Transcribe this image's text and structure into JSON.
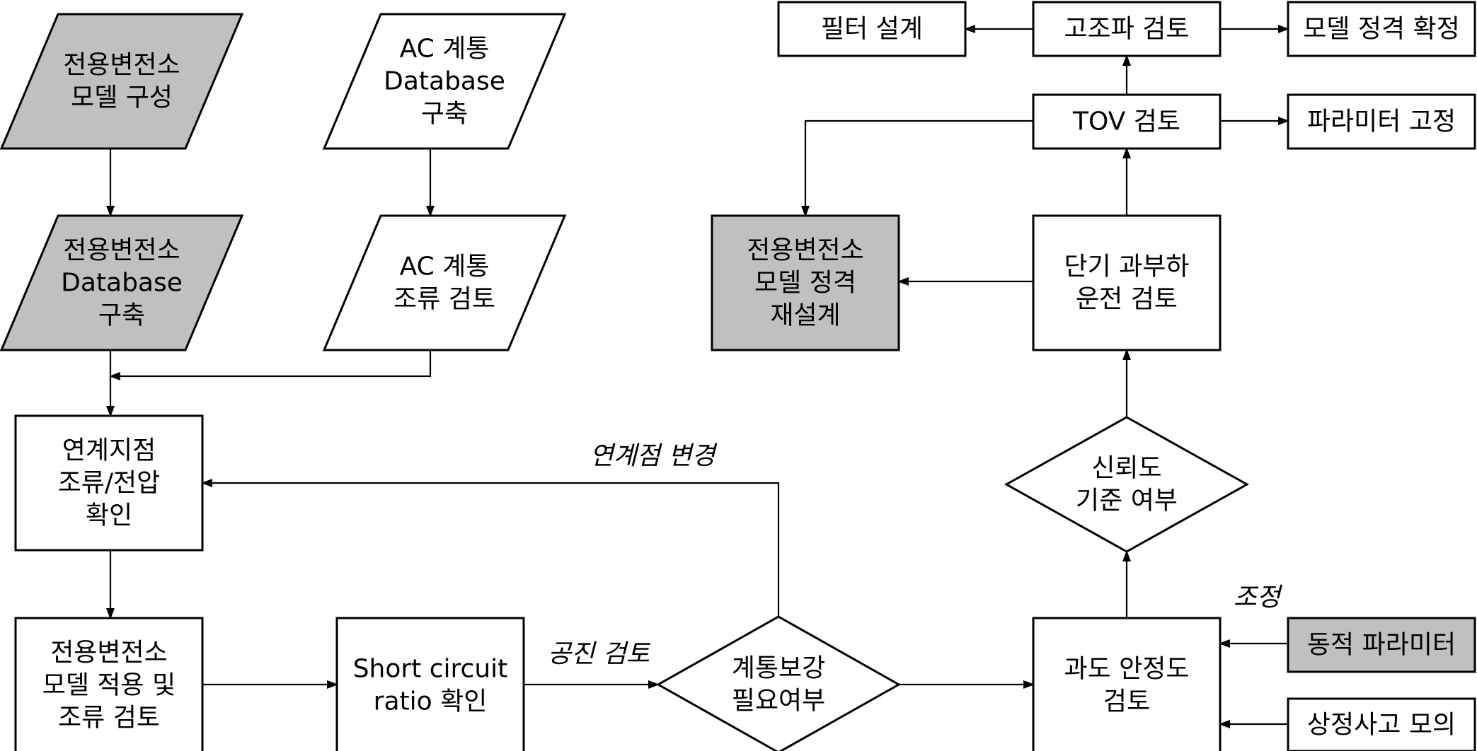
{
  "nodes": [
    {
      "id": "n1",
      "shape": "para",
      "fill": "#c0c0c0",
      "lines": [
        "전용변전소",
        "모델 구성"
      ]
    },
    {
      "id": "n2",
      "shape": "para",
      "fill": "#ffffff",
      "lines": [
        "AC 계통",
        "Database",
        "구축"
      ]
    },
    {
      "id": "n3",
      "shape": "para",
      "fill": "#c0c0c0",
      "lines": [
        "전용변전소",
        "Database",
        "구축"
      ]
    },
    {
      "id": "n4",
      "shape": "para",
      "fill": "#ffffff",
      "lines": [
        "AC 계통",
        "조류 검토"
      ]
    },
    {
      "id": "n5",
      "shape": "rect",
      "fill": "#ffffff",
      "lines": [
        "연계지점",
        "조류/전압",
        "확인"
      ]
    },
    {
      "id": "n6",
      "shape": "rect",
      "fill": "#ffffff",
      "lines": [
        "전용변전소",
        "모델 적용 및",
        "조류 검토"
      ]
    },
    {
      "id": "n7",
      "shape": "rect",
      "fill": "#ffffff",
      "lines": [
        "Short circuit",
        "ratio 확인"
      ]
    },
    {
      "id": "n8",
      "shape": "diamond",
      "fill": "#ffffff",
      "lines": [
        "계통보강",
        "필요여부"
      ]
    },
    {
      "id": "n9",
      "shape": "rect",
      "fill": "#ffffff",
      "lines": [
        "과도 안정도",
        "검토"
      ]
    },
    {
      "id": "n10",
      "shape": "rect",
      "fill": "#c0c0c0",
      "lines": [
        "동적 파라미터"
      ]
    },
    {
      "id": "n11",
      "shape": "rect",
      "fill": "#ffffff",
      "lines": [
        "상정사고 모의"
      ]
    },
    {
      "id": "n12",
      "shape": "diamond",
      "fill": "#ffffff",
      "lines": [
        "신뢰도",
        "기준 여부"
      ]
    },
    {
      "id": "n13",
      "shape": "rect",
      "fill": "#ffffff",
      "lines": [
        "단기 과부하",
        "운전 검토"
      ]
    },
    {
      "id": "n14",
      "shape": "rect",
      "fill": "#c0c0c0",
      "lines": [
        "전용변전소",
        "모델 정격",
        "재설계"
      ]
    },
    {
      "id": "n15",
      "shape": "rect",
      "fill": "#ffffff",
      "lines": [
        "TOV 검토"
      ]
    },
    {
      "id": "n16",
      "shape": "rect",
      "fill": "#ffffff",
      "lines": [
        "파라미터 고정"
      ]
    },
    {
      "id": "n17",
      "shape": "rect",
      "fill": "#ffffff",
      "lines": [
        "고조파 검토"
      ]
    },
    {
      "id": "n18",
      "shape": "rect",
      "fill": "#ffffff",
      "lines": [
        "필터 설계"
      ]
    },
    {
      "id": "n19",
      "shape": "rect",
      "fill": "#ffffff",
      "lines": [
        "모델 정격 확정"
      ]
    }
  ],
  "edges": [
    {
      "from": "n1",
      "to": "n3"
    },
    {
      "from": "n2",
      "to": "n4"
    },
    {
      "from": "n3",
      "to": "n5"
    },
    {
      "from": "n4",
      "to": "n5"
    },
    {
      "from": "n5",
      "to": "n6"
    },
    {
      "from": "n6",
      "to": "n7"
    },
    {
      "from": "n7",
      "to": "n8",
      "label": "공진 검토"
    },
    {
      "from": "n8",
      "to": "n5",
      "label": "연계점 변경"
    },
    {
      "from": "n8",
      "to": "n9"
    },
    {
      "from": "n10",
      "to": "n9",
      "label": "조정"
    },
    {
      "from": "n11",
      "to": "n9"
    },
    {
      "from": "n9",
      "to": "n12"
    },
    {
      "from": "n12",
      "to": "n13"
    },
    {
      "from": "n13",
      "to": "n14"
    },
    {
      "from": "n13",
      "to": "n15"
    },
    {
      "from": "n15",
      "to": "n14"
    },
    {
      "from": "n15",
      "to": "n16"
    },
    {
      "from": "n15",
      "to": "n17"
    },
    {
      "from": "n17",
      "to": "n18"
    },
    {
      "from": "n17",
      "to": "n19"
    }
  ]
}
